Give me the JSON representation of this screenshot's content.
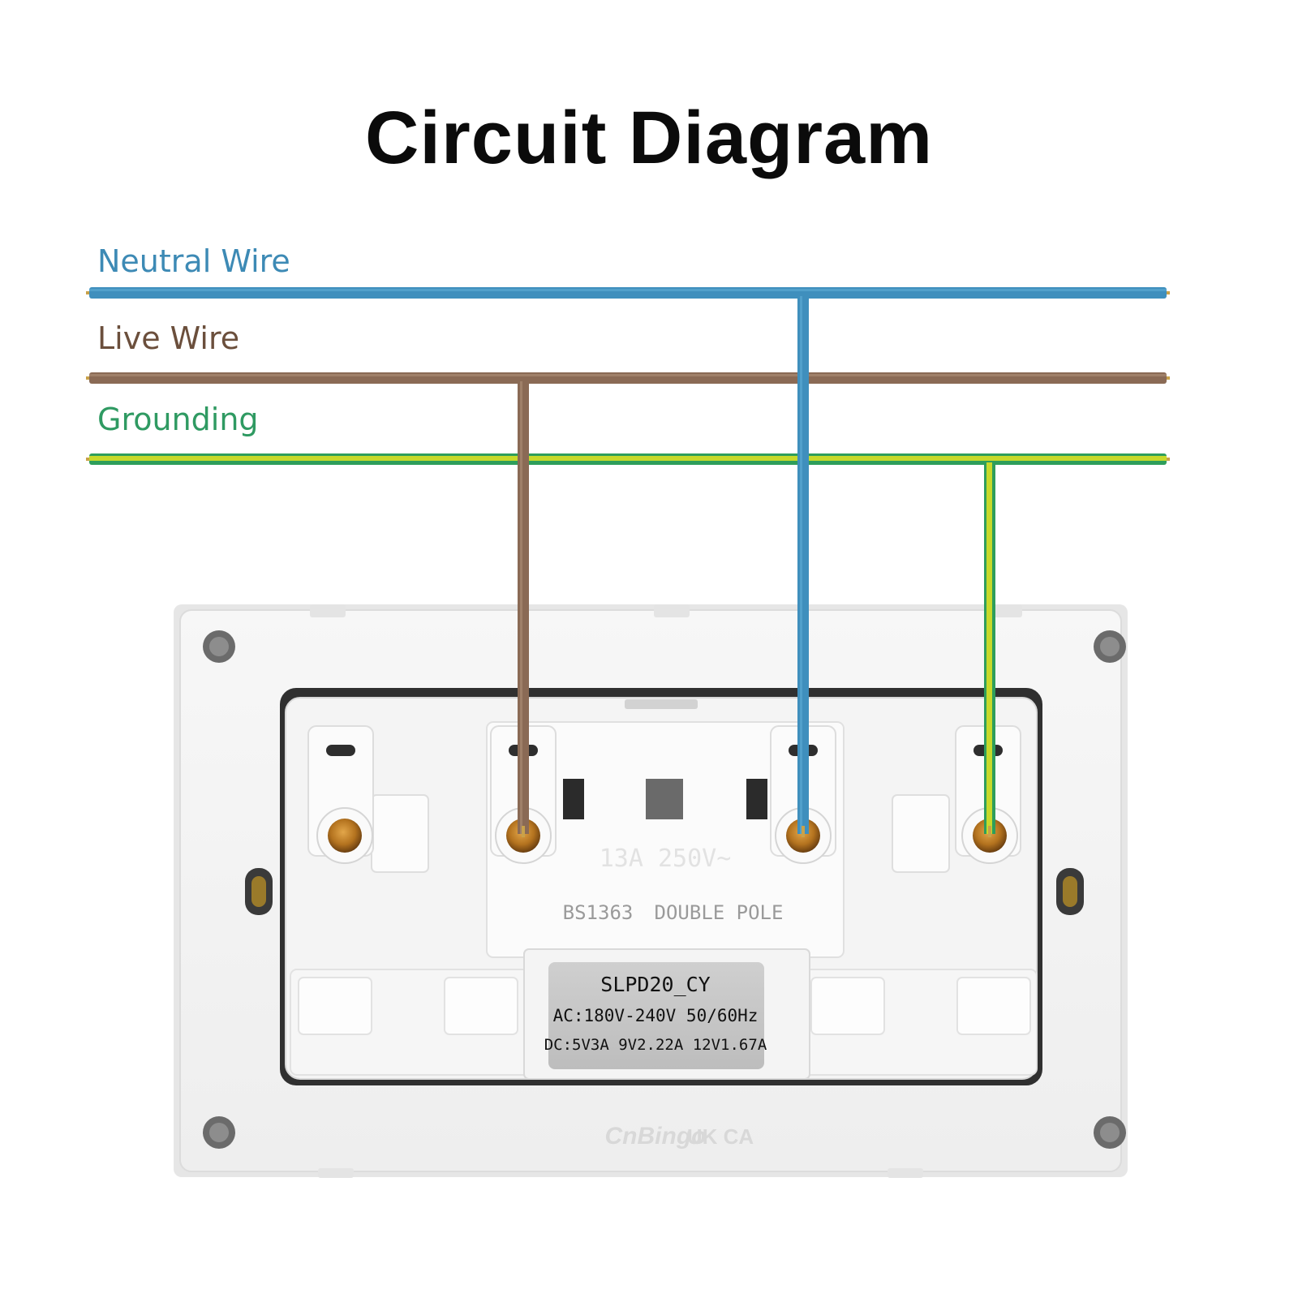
{
  "title": "Circuit Diagram",
  "wires": {
    "neutral": {
      "label": "Neutral Wire",
      "color": "#3f8fbd"
    },
    "live": {
      "label": "Live Wire",
      "color": "#8a6a55"
    },
    "ground": {
      "label": "Grounding",
      "colors": [
        "#2e9e5b",
        "#c7d92a"
      ]
    }
  },
  "socket": {
    "molded_text": "13A 250V~",
    "standard_text": "BS1363",
    "pole_text": "DOUBLE POLE",
    "module_label": {
      "model": "SLPD20_CY",
      "ac": "AC:180V-240V 50/60Hz",
      "dc": "DC:5V3A 9V2.22A 12V1.67A"
    },
    "brand": "CnBingo",
    "mark": "UK CA"
  }
}
